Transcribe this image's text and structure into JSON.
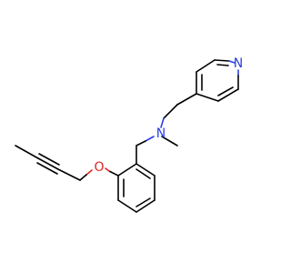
{
  "molecule": {
    "atoms": {
      "pyridine_n": {
        "symbol": "N",
        "color": "#2a3fe0"
      },
      "amine_n": {
        "symbol": "N",
        "color": "#2a3fe0"
      },
      "ether_o": {
        "symbol": "O",
        "color": "#e0261f"
      }
    }
  }
}
